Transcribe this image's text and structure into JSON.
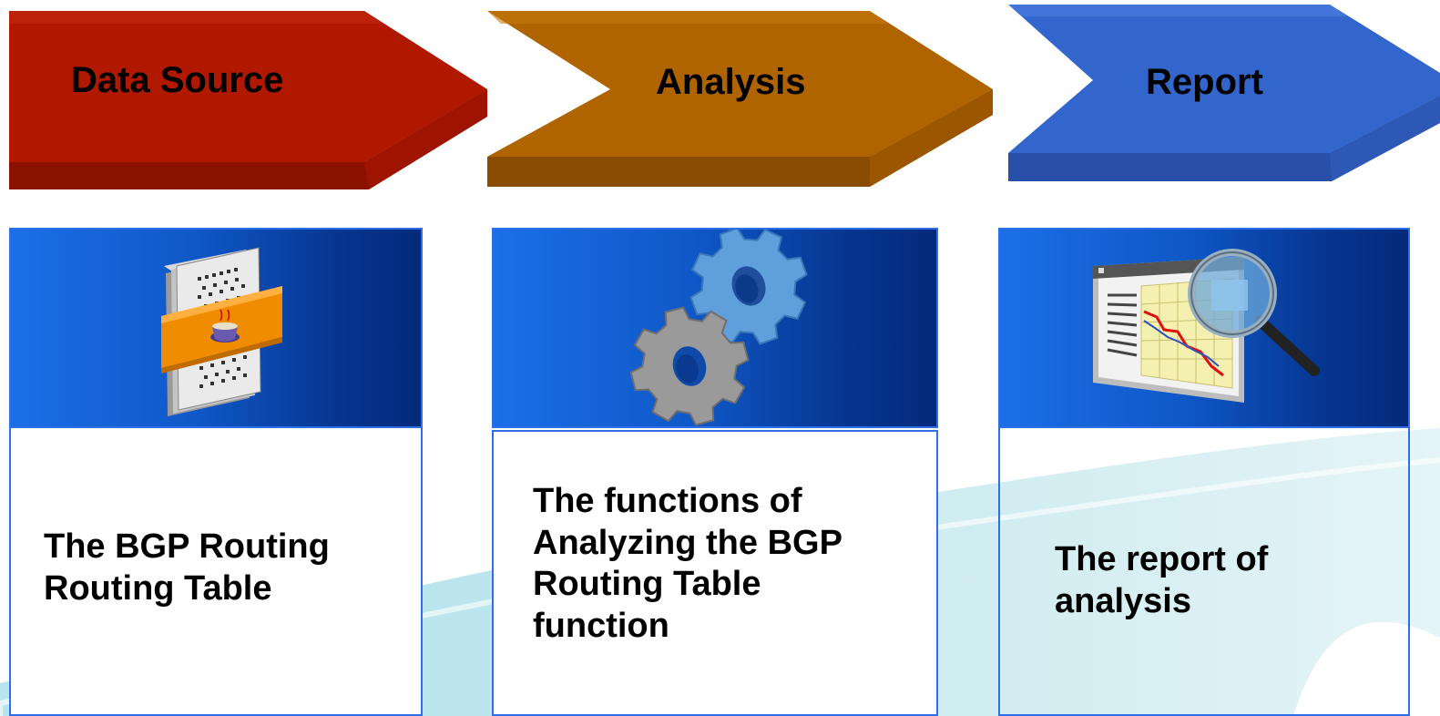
{
  "steps": [
    {
      "label": "Data Source",
      "icon": "server-document-icon",
      "text_lines": [
        "The BGP Routing",
        "Routing Table"
      ]
    },
    {
      "label": "Analysis",
      "icon": "gears-icon",
      "text_lines": [
        "The functions of",
        "Analyzing the BGP",
        "Routing Table",
        "function"
      ]
    },
    {
      "label": "Report",
      "icon": "report-magnifier-icon",
      "text_lines": [
        "The report of",
        "analysis"
      ]
    }
  ],
  "colors": {
    "chevron_1": "#b01800",
    "chevron_2": "#b06400",
    "chevron_3": "#3366cc",
    "card_border": "#2e6fe8",
    "swoosh": "#bfe6ec"
  }
}
